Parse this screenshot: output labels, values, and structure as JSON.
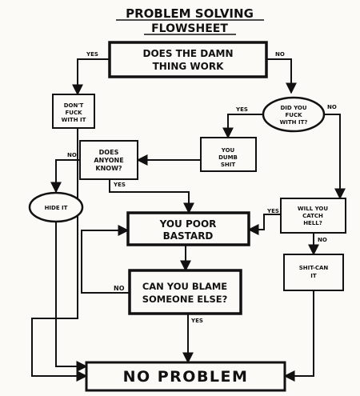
{
  "title_line1": "PROBLEM SOLVING",
  "title_line2": "FLOWSHEET",
  "nodes": {
    "start": [
      "DOES THE DAMN",
      "THING WORK"
    ],
    "dont_fuck": [
      "DON'T",
      "FUCK",
      "WITH IT"
    ],
    "did_you": [
      "DID YOU",
      "FUCK",
      "WITH IT?"
    ],
    "you_dumb": [
      "YOU",
      "DUMB",
      "SHIT"
    ],
    "does_anyone": [
      "DOES",
      "ANYONE",
      "KNOW?"
    ],
    "hide_it": [
      "HIDE IT"
    ],
    "will_you": [
      "WILL YOU",
      "CATCH",
      "HELL?"
    ],
    "poor_bastard": [
      "YOU POOR",
      "BASTARD"
    ],
    "shit_can": [
      "SHIT-CAN",
      "IT"
    ],
    "blame": [
      "CAN YOU BLAME",
      "SOMEONE ELSE?"
    ],
    "no_problem": [
      "NO  PROBLEM"
    ]
  },
  "edge_labels": {
    "start_yes": "YES",
    "start_no": "NO",
    "didyou_yes": "YES",
    "didyou_no": "NO",
    "anyone_no": "NO",
    "anyone_yes": "YES",
    "willyou_yes": "YES",
    "willyou_no": "NO",
    "blame_no": "NO",
    "blame_yes": "YES"
  }
}
